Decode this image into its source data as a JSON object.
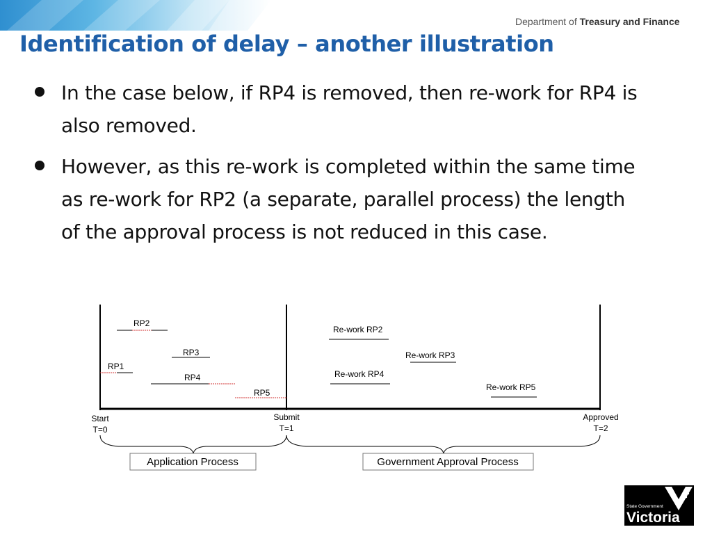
{
  "header": {
    "department_prefix": "Department of",
    "department_name": "Treasury and Finance",
    "colors": {
      "banner": "#5eb6e4",
      "title": "#1f5fa8"
    }
  },
  "title": "Identification of delay – another illustration",
  "bullets": [
    "In the case below, if RP4 is removed, then re-work for RP4 is also removed.",
    "However, as this re-work is completed within the same time as re-work for RP2 (a separate, parallel process) the length of the approval process is not reduced in this case."
  ],
  "diagram": {
    "items": {
      "rp1": "RP1",
      "rp2": "RP2",
      "rp3": "RP3",
      "rp4": "RP4",
      "rp5": "RP5",
      "rework_rp2": "Re-work RP2",
      "rework_rp3": "Re-work RP3",
      "rework_rp4": "Re-work RP4",
      "rework_rp5": "Re-work RP5"
    },
    "milestones": {
      "start_line1": "Start",
      "start_line2": "T=0",
      "submit_line1": "Submit",
      "submit_line2": "T=1",
      "approved_line1": "Approved",
      "approved_line2": "T=2"
    },
    "phases": {
      "application": "Application Process",
      "government": "Government Approval Process"
    },
    "colors": {
      "delay": "#d03030",
      "line": "#000000"
    }
  },
  "logo": {
    "line1": "State Government",
    "line2": "Victoria"
  }
}
